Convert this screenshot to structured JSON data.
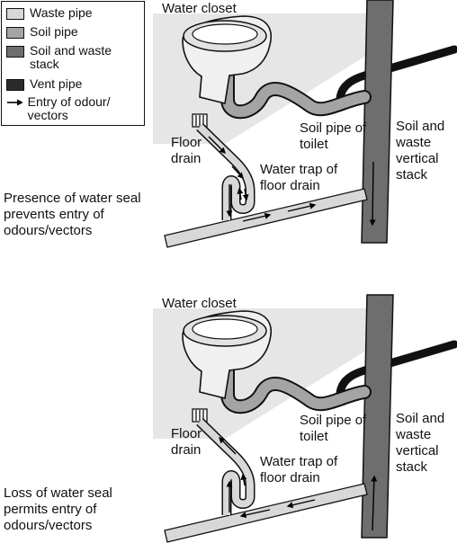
{
  "legend": {
    "items": [
      {
        "label": "Waste pipe",
        "color": "#d8d8d8"
      },
      {
        "label": "Soil pipe",
        "color": "#a4a4a4"
      },
      {
        "label": "Soil and waste stack",
        "color": "#6e6e6e"
      },
      {
        "label": "Vent pipe",
        "color": "#2a2a2a"
      },
      {
        "label": "Entry of odour/ vectors",
        "color": "#000000",
        "icon": "arrow-right-icon"
      }
    ]
  },
  "panels": [
    {
      "water_closet": "Water closet",
      "floor_drain": "Floor drain",
      "water_trap": "Water trap of floor drain",
      "soil_pipe_toilet": "Soil pipe of toilet",
      "stack": "Soil and waste vertical stack",
      "caption": "Presence of water seal prevents entry of odours/vectors"
    },
    {
      "water_closet": "Water closet",
      "floor_drain": "Floor drain",
      "water_trap": "Water trap of floor drain",
      "soil_pipe_toilet": "Soil pipe of toilet",
      "stack": "Soil and waste vertical stack",
      "caption": "Loss of water seal permits entry of odours/vectors"
    }
  ]
}
